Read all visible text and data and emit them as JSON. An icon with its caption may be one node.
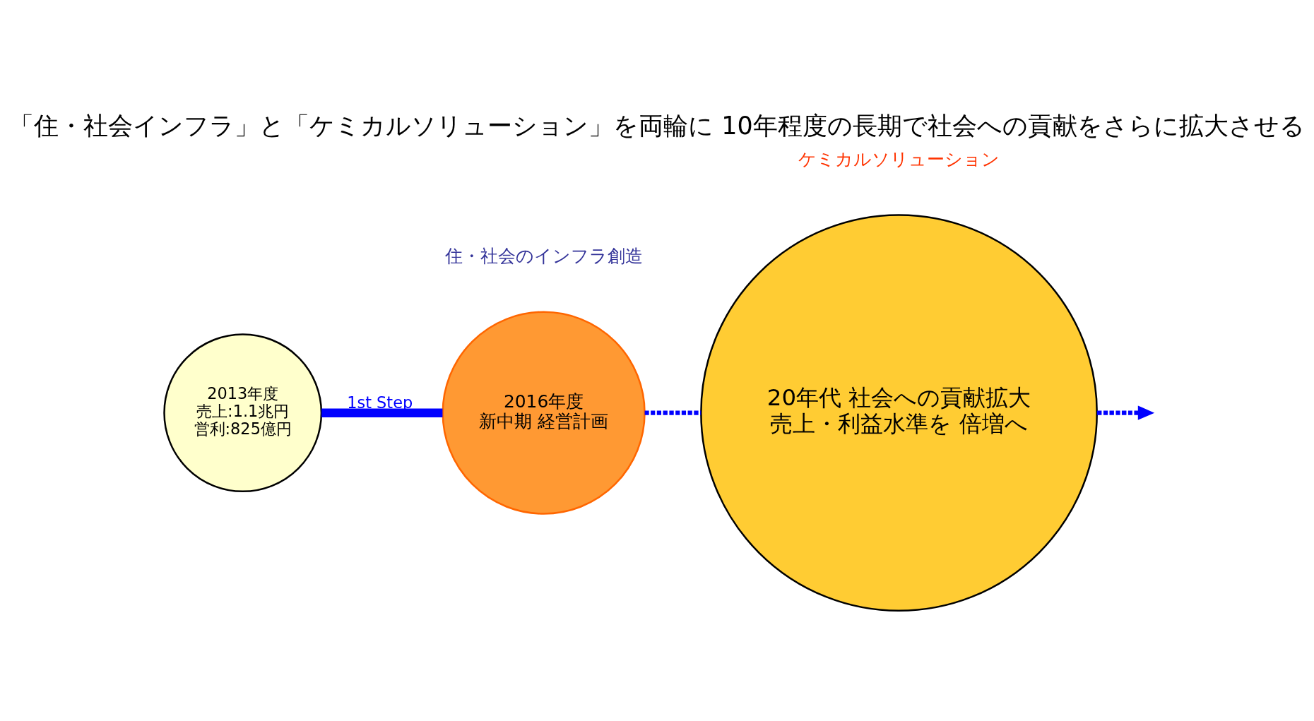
{
  "diagram": {
    "title": "「住・社会インフラ」と「ケミカルソリューション」を両輪に 10年程度の長期で社会への貢献をさらに拡大させる",
    "nodes": [
      {
        "text": [
          "2013年度",
          "売上:1.1兆円",
          "営利:825億円"
        ]
      },
      {
        "text": [
          "2016年度",
          "新中期 経営計画"
        ]
      },
      {
        "text": [
          "20年代 社会への貢献拡大",
          "売上・利益水準を 倍増へ"
        ]
      }
    ],
    "edges": [
      {
        "from": 0,
        "to": 1,
        "arrow": "none",
        "label": "1st Step",
        "style": "thick"
      },
      {
        "from": 1,
        "to": 2,
        "arrow": "none",
        "style": "dashed"
      },
      {
        "from": 2,
        "to": null,
        "arrow": "to",
        "style": "dashed"
      }
    ],
    "labels": [
      "住・社会のインフラ創造",
      "ケミカルソリューション"
    ]
  }
}
